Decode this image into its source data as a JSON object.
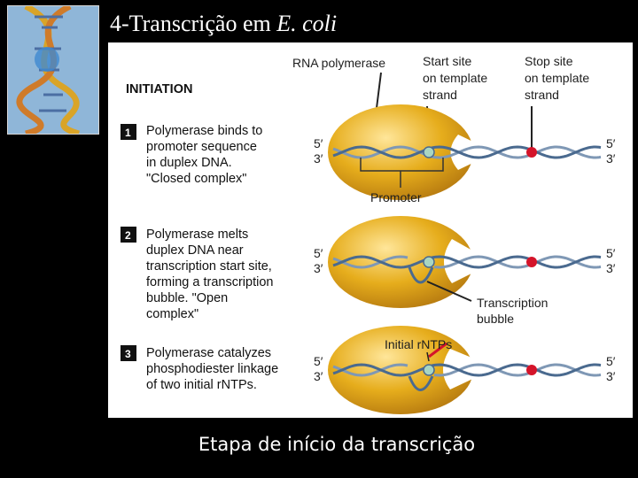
{
  "slide": {
    "title_prefix": "4-Transcrição em ",
    "title_italic": "E. coli",
    "caption": "Etapa de início da transcrição"
  },
  "figure": {
    "heading": "INITIATION",
    "labels": {
      "rna_polymerase": "RNA polymerase",
      "start_site": [
        "Start site",
        "on template",
        "strand"
      ],
      "stop_site": [
        "Stop site",
        "on template",
        "strand"
      ],
      "promoter": "Promoter",
      "transcription_bubble": [
        "Transcription",
        "bubble"
      ],
      "initial_rntps": "Initial rNTPs"
    },
    "strand_ends": {
      "five": "5′",
      "three": "3′"
    },
    "steps": [
      {
        "number": "1",
        "lines": [
          "Polymerase binds to",
          "promoter sequence",
          "in duplex DNA.",
          "\"Closed complex\""
        ]
      },
      {
        "number": "2",
        "lines": [
          "Polymerase melts",
          "duplex DNA near",
          "transcription start site,",
          "forming a transcription",
          "bubble. \"Open",
          "complex\""
        ]
      },
      {
        "number": "3",
        "lines": [
          "Polymerase catalyzes",
          "phosphodiester linkage",
          "of two initial rNTPs."
        ]
      }
    ]
  },
  "colors": {
    "polymerase": "#e6ad1c",
    "dna_strand": "#7f98b5",
    "start_site": "#a9d6c2",
    "stop_site": "#d4142a",
    "step_badge": "#111111"
  }
}
